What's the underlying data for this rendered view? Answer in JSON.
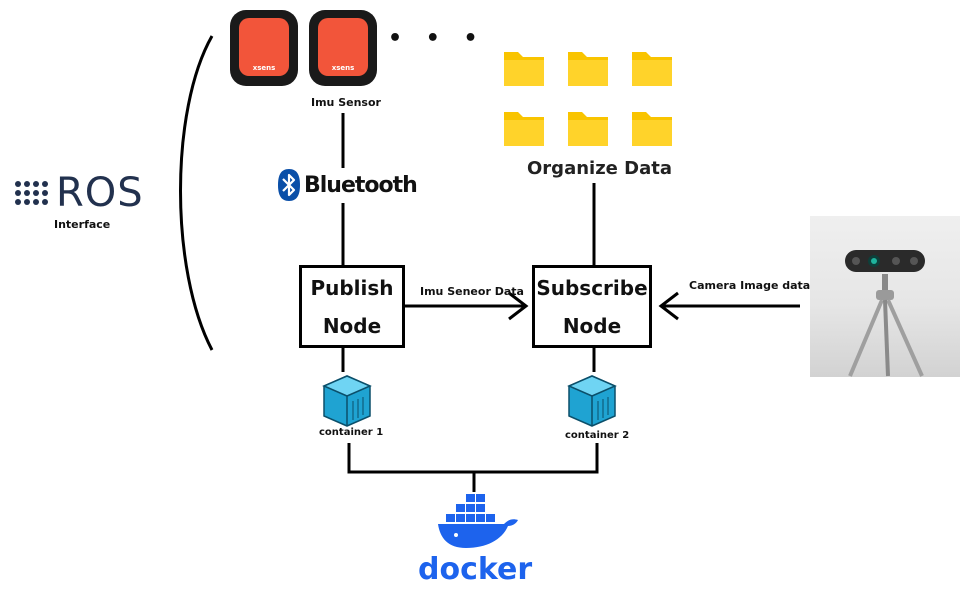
{
  "ros": {
    "logo_text": "ROS",
    "caption": "Interface"
  },
  "imu": {
    "device_brand": "xsens",
    "caption": "Imu Sensor",
    "more_indicator": "• • •"
  },
  "bluetooth": {
    "label": "Bluetooth"
  },
  "publish_node": {
    "line1": "Publish",
    "line2": "Node"
  },
  "subscribe_node": {
    "line1": "Subscribe",
    "line2": "Node"
  },
  "edges": {
    "imu_data": "Imu Seneor Data",
    "camera_data": "Camera Image data"
  },
  "organize": {
    "label": "Organize Data"
  },
  "containers": [
    {
      "label": "container 1"
    },
    {
      "label": "container 2"
    }
  ],
  "docker": {
    "label": "docker"
  },
  "colors": {
    "folder": "#f9c400",
    "imu_body": "#f2553a",
    "container": "#29b5e8",
    "docker_blue": "#1d63ed",
    "ros_navy": "#22314e"
  }
}
